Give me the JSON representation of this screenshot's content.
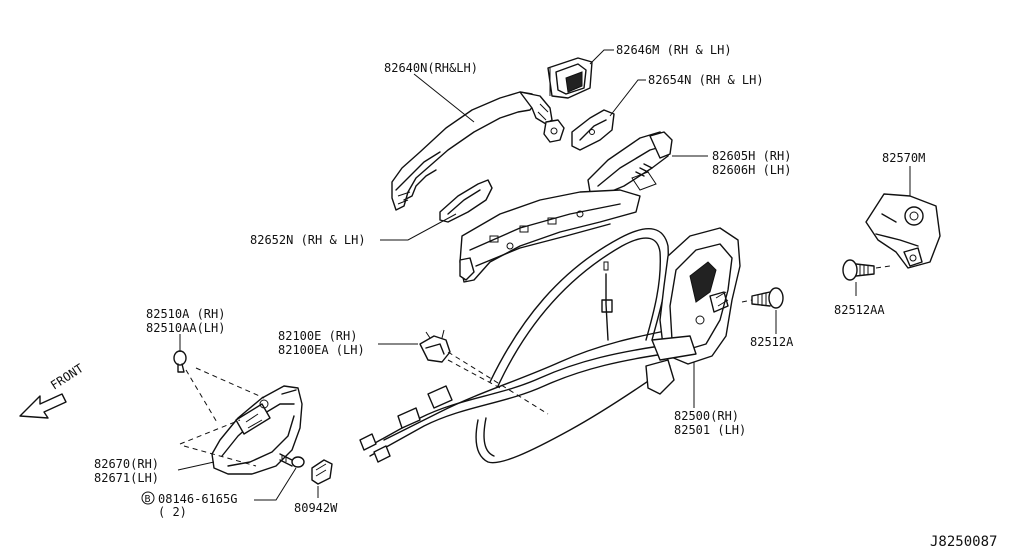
{
  "labels": {
    "p82640N": "82640N(RH&LH)",
    "p82646M": "82646M (RH & LH)",
    "p82654N": "82654N (RH & LH)",
    "p82605H": "82605H (RH)",
    "p82606H": "82606H (LH)",
    "p82570M": "82570M",
    "p82652N": "82652N (RH & LH)",
    "p82512AA": "82512AA",
    "p82510A": "82510A  (RH)",
    "p82510AA": "82510AA(LH)",
    "p82100E": "82100E  (RH)",
    "p82100EA": "82100EA (LH)",
    "p82512A": "82512A",
    "p82500": "82500(RH)",
    "p82501": "82501 (LH)",
    "p82670": "82670(RH)",
    "p82671": "82671(LH)",
    "bolt_code": "08146-6165G",
    "bolt_marker": "B",
    "bolt_qty": "( 2)",
    "p80942W": "80942W",
    "front": "FRONT",
    "drawing_no": "J8250087"
  },
  "icons": {
    "front_arrow": "arrow-left-down-icon",
    "bolt_marker": "circled-letter-icon"
  }
}
